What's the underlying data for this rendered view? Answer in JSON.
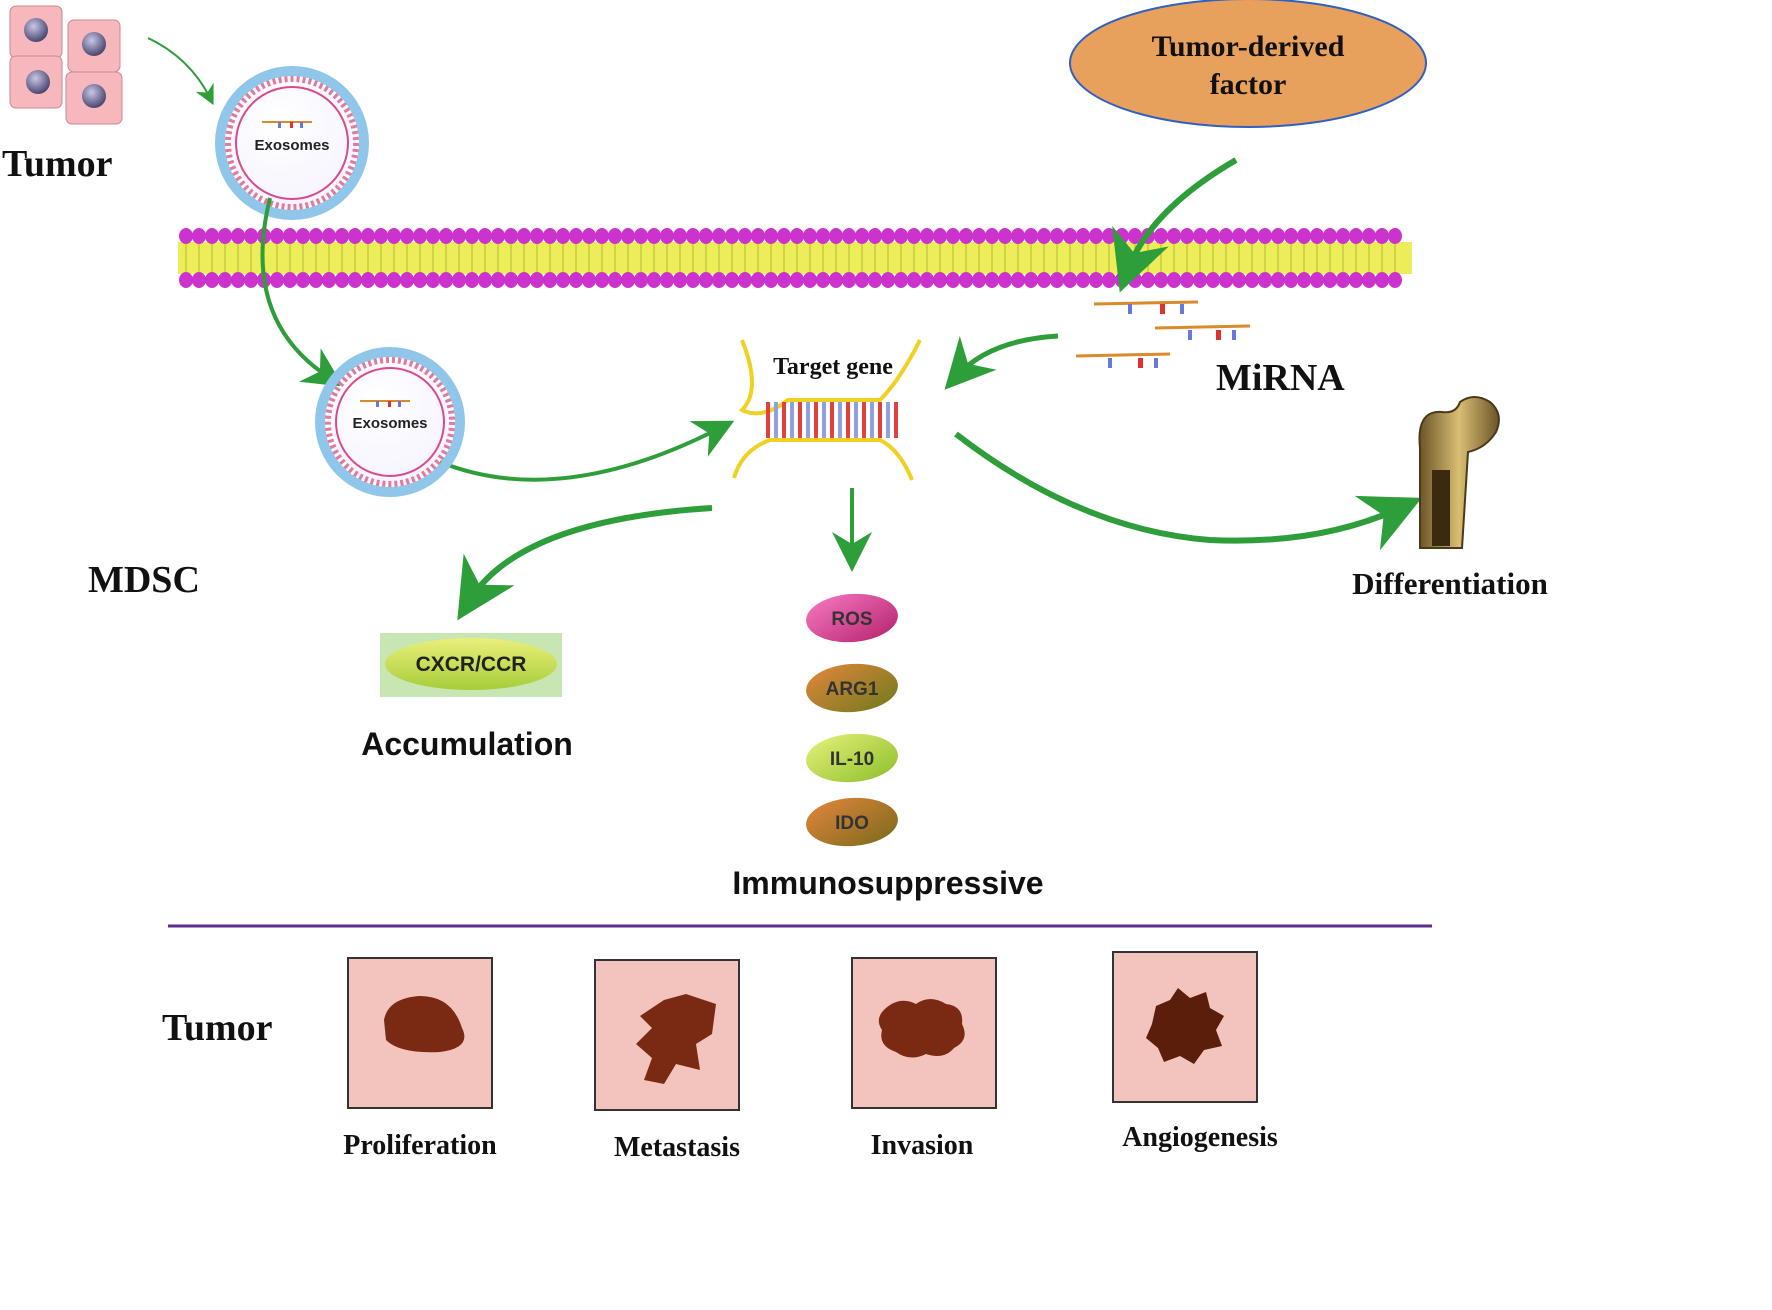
{
  "labels": {
    "tumor_top": "Tumor",
    "exosome_1": "Exosomes",
    "exosome_2": "Exosomes",
    "tumor_factor_line1": "Tumor-derived",
    "tumor_factor_line2": "factor",
    "target_gene": "Target gene",
    "mirna": "MiRNA",
    "mdsc": "MDSC",
    "differentiation": "Differentiation",
    "cxcr": "CXCR/CCR",
    "accumulation": "Accumulation",
    "immunosuppressive": "Immunosuppressive",
    "tumor_bottom": "Tumor"
  },
  "molecules": [
    {
      "label": "ROS",
      "color": "#e0509a"
    },
    {
      "label": "ARG1",
      "color": "#c6641e"
    },
    {
      "label": "IL-10",
      "color": "#b4d23a"
    },
    {
      "label": "IDO",
      "color": "#c6641e"
    }
  ],
  "tumor_outcomes": [
    {
      "label": "Proliferation"
    },
    {
      "label": "Metastasis"
    },
    {
      "label": "Invasion"
    },
    {
      "label": "Angiogenesis"
    }
  ],
  "colors": {
    "arrow": "#2e9e3a",
    "membrane_head": "#cc33cc",
    "membrane_tail": "#e8e84a",
    "ellipse_fill": "#e8a15c",
    "ellipse_stroke": "#3060c0",
    "divider": "#5b2d8e",
    "box_fill": "#f2c4bd",
    "tumor_mass": "#7a2a12"
  }
}
